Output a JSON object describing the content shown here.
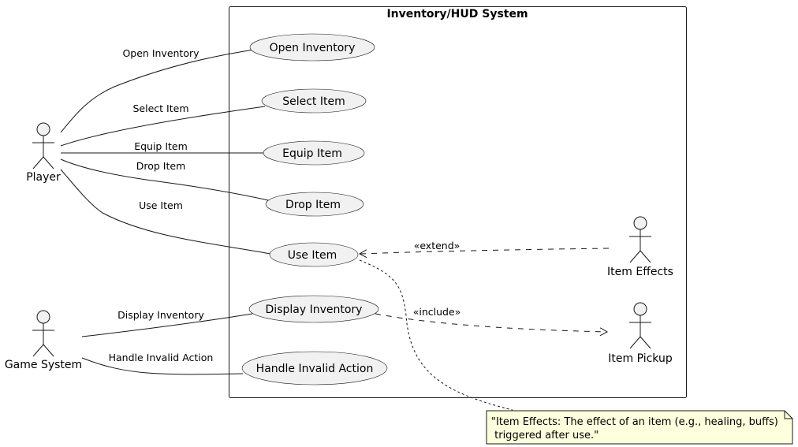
{
  "system": {
    "title": "Inventory/HUD System"
  },
  "actors": {
    "player": "Player",
    "game_system": "Game System",
    "item_effects": "Item Effects",
    "item_pickup": "Item Pickup"
  },
  "use_cases": {
    "open_inventory": "Open Inventory",
    "select_item": "Select Item",
    "equip_item": "Equip Item",
    "drop_item": "Drop Item",
    "use_item": "Use Item",
    "display_inventory": "Display Inventory",
    "handle_invalid_action": "Handle Invalid Action"
  },
  "edges": {
    "open_inventory": "Open Inventory",
    "select_item": "Select Item",
    "equip_item": "Equip Item",
    "drop_item": "Drop Item",
    "use_item": "Use Item",
    "display_inventory": "Display Inventory",
    "handle_invalid_action": "Handle Invalid Action",
    "extend": "«extend»",
    "include": "«include»"
  },
  "note": {
    "line1": "\"Item Effects: The effect of an item (e.g., healing, buffs)",
    "line2": " triggered after use.\""
  },
  "colors": {
    "shape_fill": "#f1f1f1",
    "stroke": "#181818",
    "note_fill": "#feffdd"
  }
}
